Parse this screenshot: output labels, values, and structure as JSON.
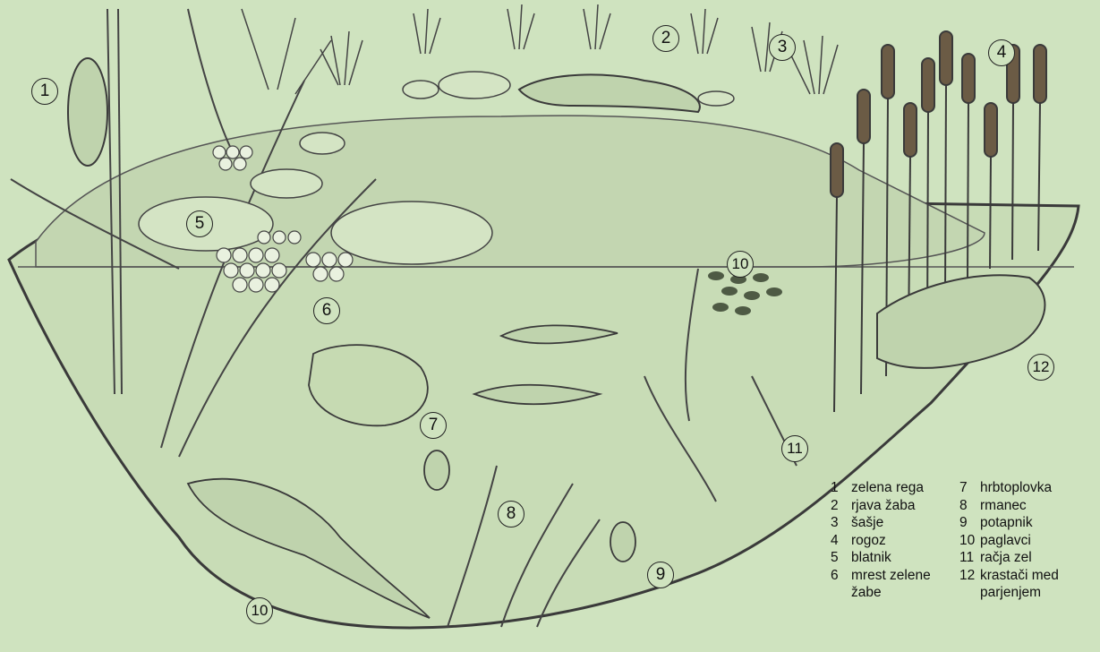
{
  "callouts": [
    {
      "id": "c1",
      "num": "1"
    },
    {
      "id": "c2",
      "num": "2"
    },
    {
      "id": "c3",
      "num": "3"
    },
    {
      "id": "c4",
      "num": "4"
    },
    {
      "id": "c5",
      "num": "5"
    },
    {
      "id": "c6",
      "num": "6"
    },
    {
      "id": "c7",
      "num": "7"
    },
    {
      "id": "c8",
      "num": "8"
    },
    {
      "id": "c9",
      "num": "9"
    },
    {
      "id": "c10a",
      "num": "10"
    },
    {
      "id": "c10b",
      "num": "10"
    },
    {
      "id": "c11",
      "num": "11"
    },
    {
      "id": "c12",
      "num": "12"
    }
  ],
  "legend_left": [
    {
      "num": "1",
      "label": "zelena rega"
    },
    {
      "num": "2",
      "label": "rjava žaba"
    },
    {
      "num": "3",
      "label": "šašje"
    },
    {
      "num": "4",
      "label": "rogoz"
    },
    {
      "num": "5",
      "label": "blatnik"
    },
    {
      "num": "6",
      "label": "mrest zelene"
    },
    {
      "num": "",
      "label": "žabe"
    }
  ],
  "legend_right": [
    {
      "num": "7",
      "label": "hrbtoplovka"
    },
    {
      "num": "8",
      "label": "rmanec"
    },
    {
      "num": "9",
      "label": "potapnik"
    },
    {
      "num": "10",
      "label": "paglavci"
    },
    {
      "num": "11",
      "label": "račja zel"
    },
    {
      "num": "12",
      "label": "krastači med"
    },
    {
      "num": "",
      "label": "parjenjem"
    }
  ],
  "colors": {
    "background": "#cfe3bf",
    "water": "#c6dab4",
    "ink": "#3a3a3a"
  }
}
